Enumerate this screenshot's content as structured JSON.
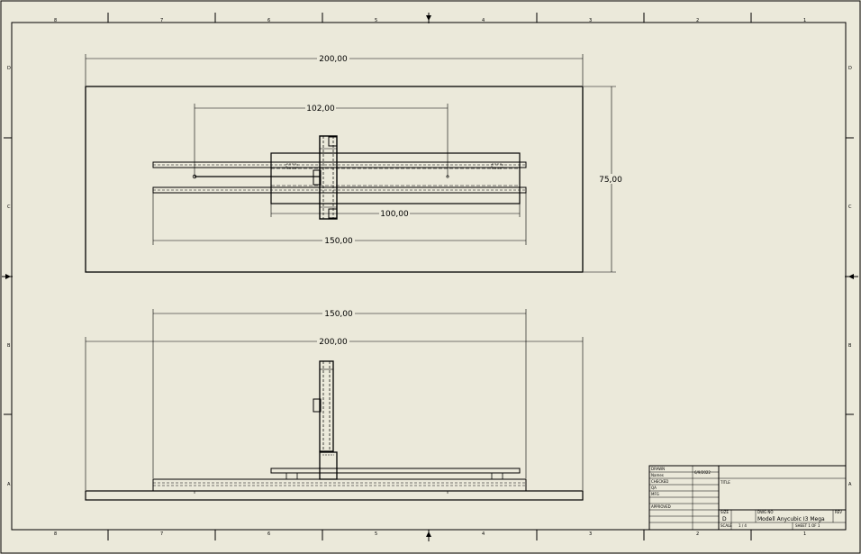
{
  "drawing": {
    "dimensions": {
      "top_overall_width": "200,00",
      "top_inner_span": "102,00",
      "top_height": "75,00",
      "top_slide_length": "100,00",
      "top_rail_length": "150,00",
      "front_rail_length": "150,00",
      "front_overall_width": "200,00"
    },
    "zones": {
      "columns": [
        "8",
        "7",
        "6",
        "5",
        "4",
        "3",
        "2",
        "1"
      ],
      "rows": [
        "D",
        "C",
        "B",
        "A"
      ]
    }
  },
  "title_block": {
    "drawn_label": "DRAWN",
    "name_label": "Names",
    "date": "6/9/2022",
    "checked_label": "CHECKED",
    "qa_label": "QA",
    "mfg_label": "MFG",
    "approved_label": "APPROVED",
    "title_label": "TITLE",
    "size_label": "SIZE",
    "size_value": "D",
    "dwg_label": "DWG NO",
    "dwg_value": "Modell Anycubic I3 Mega",
    "rev_label": "REV",
    "scale_label": "SCALE",
    "scale_value": "1 / 4",
    "sheet_value": "SHEET 1 OF 1"
  }
}
